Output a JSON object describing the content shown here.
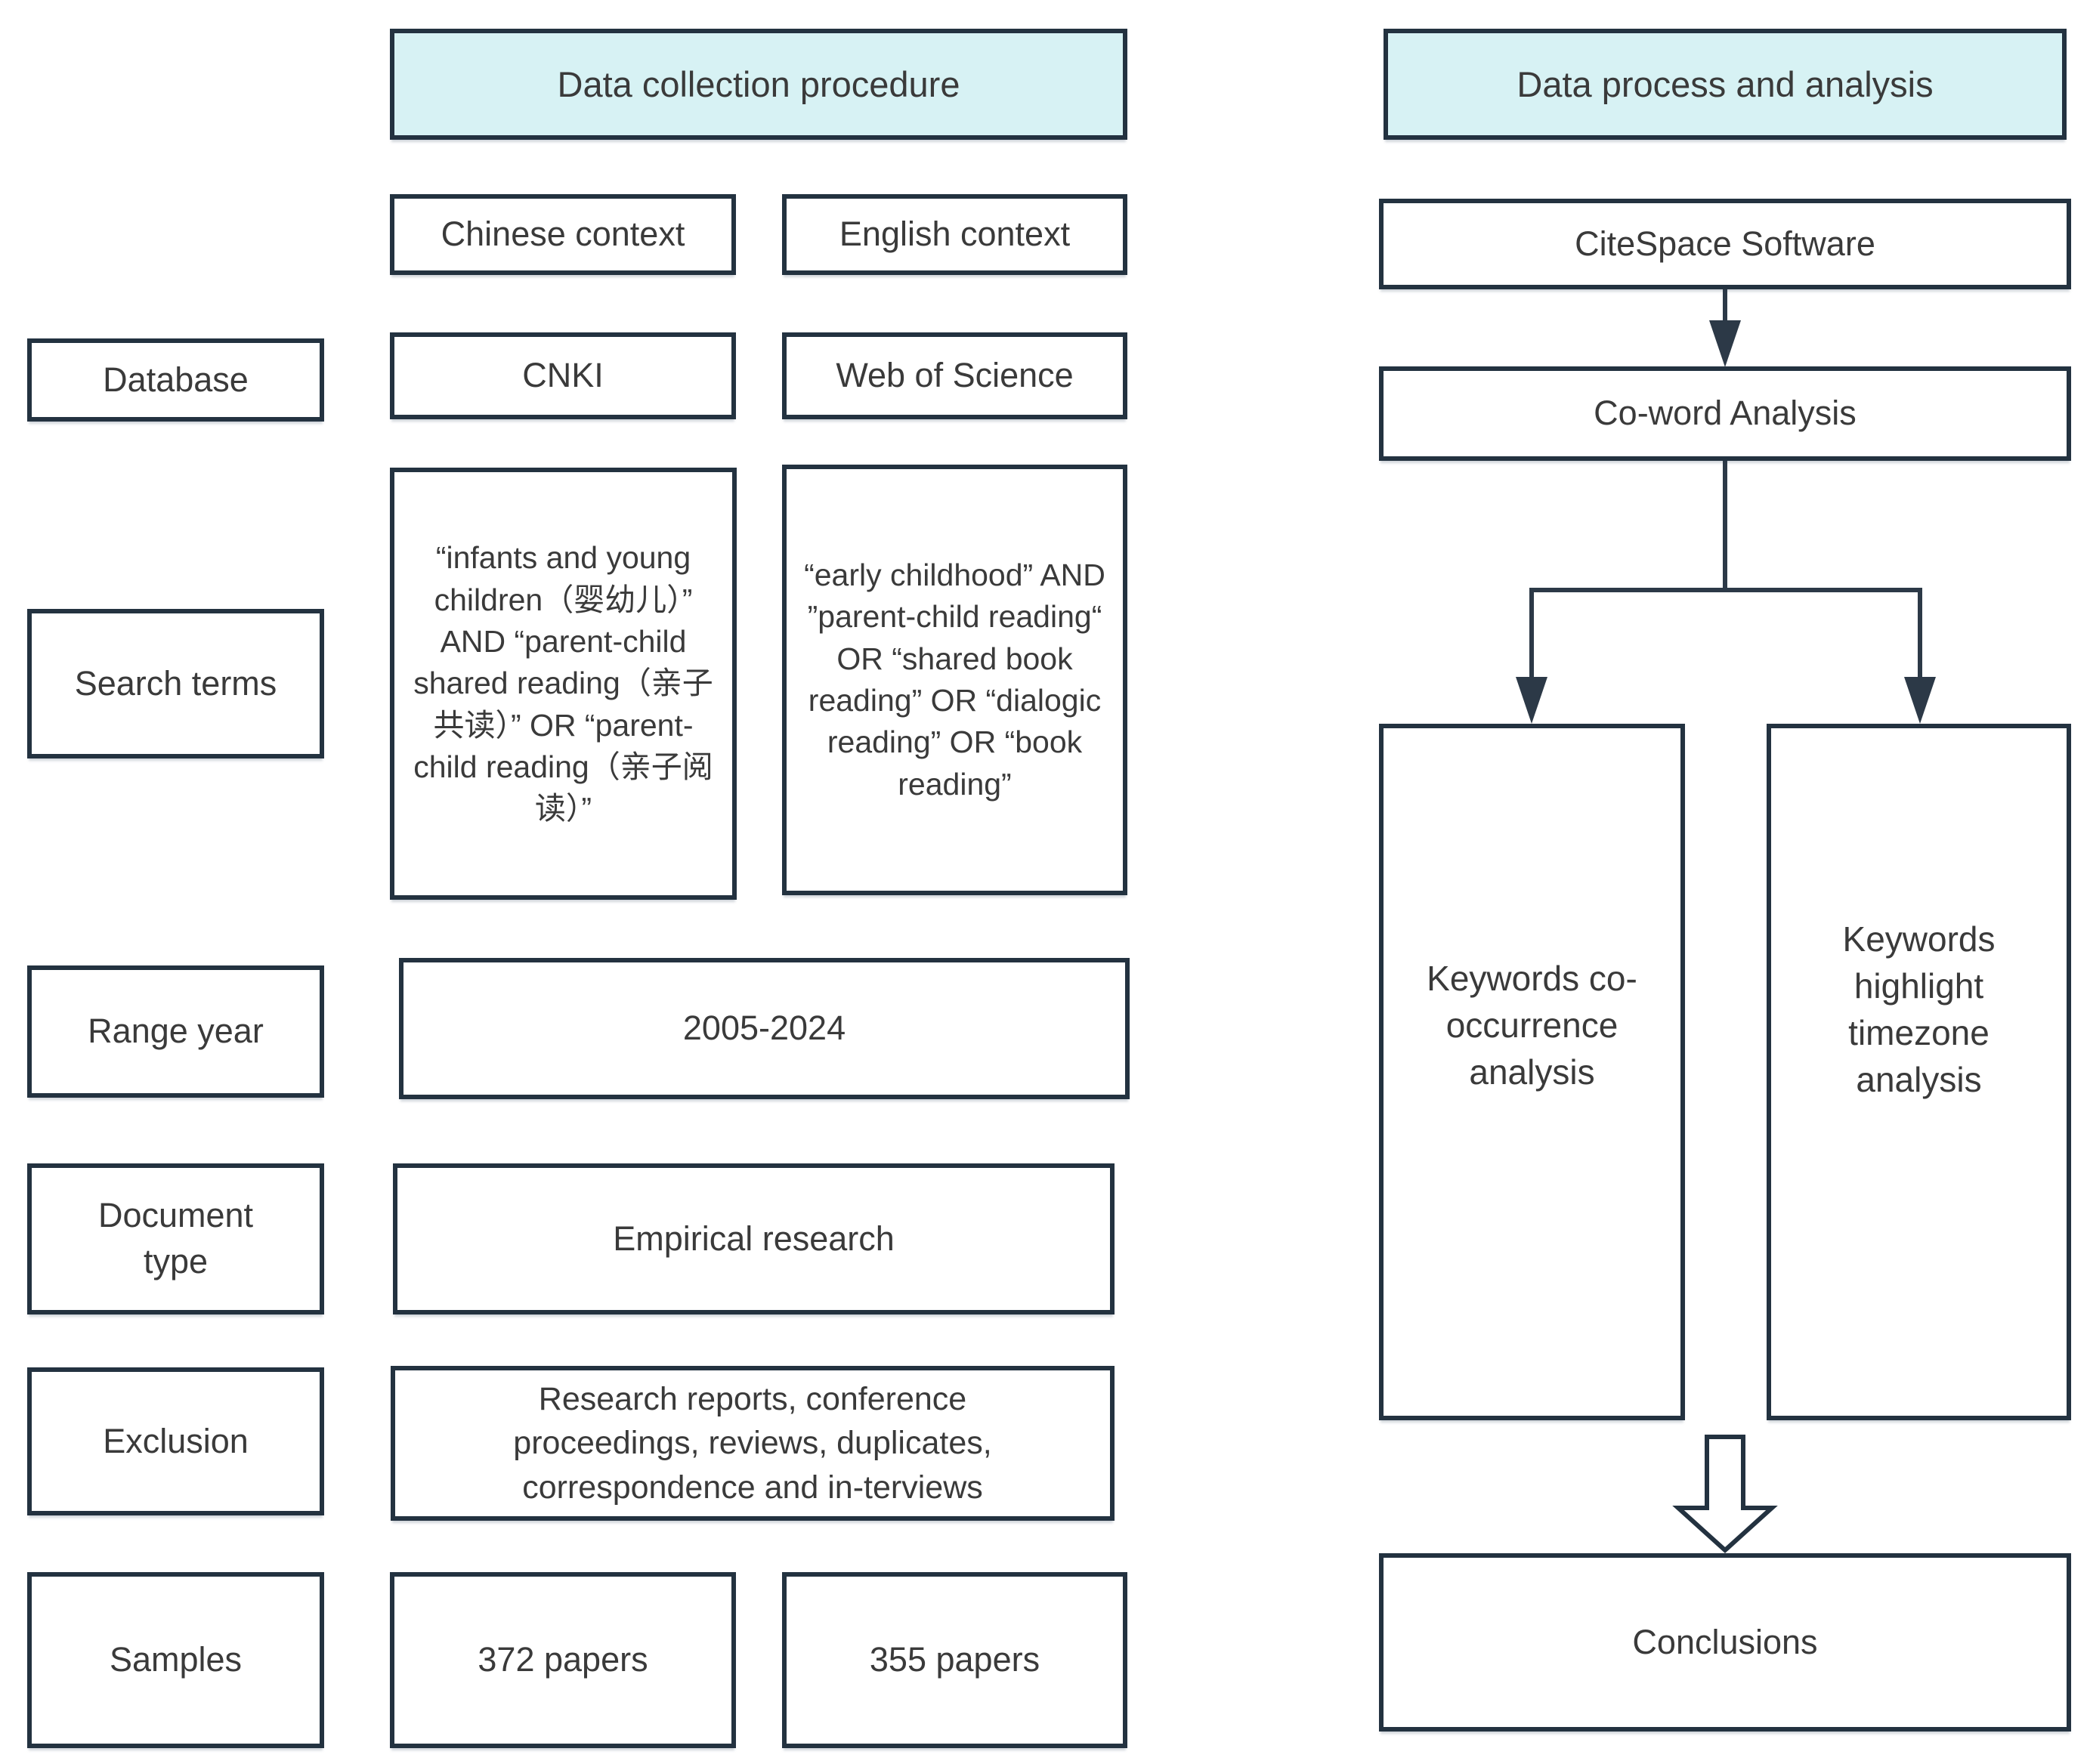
{
  "colors": {
    "header_fill": "#d7f2f4",
    "border": "#233240",
    "connector": "#2c3947",
    "text": "#3a3a3a",
    "box_fill": "#ffffff"
  },
  "left": {
    "header": "Data collection procedure",
    "context_columns": [
      "Chinese context",
      "English context"
    ],
    "rows": {
      "database": {
        "label": "Database",
        "cn": "CNKI",
        "en": "Web of Science"
      },
      "search_terms": {
        "label": "Search terms",
        "cn": "“infants and young children（婴幼儿）” AND “parent-child shared reading（亲子共读）” OR “parent-child reading（亲子阅读）”",
        "en": "“early childhood” AND ”parent-child reading“ OR “shared book reading” OR “dialogic reading” OR “book reading”"
      },
      "range_year": {
        "label": "Range year",
        "value": "2005-2024"
      },
      "document_type": {
        "label": "Document type",
        "value": "Empirical research"
      },
      "exclusion": {
        "label": "Exclusion",
        "value": "Research reports, conference proceedings, reviews, duplicates, correspondence and in-terviews"
      },
      "samples": {
        "label": "Samples",
        "cn": "372 papers",
        "en": "355 papers"
      }
    }
  },
  "right": {
    "header": "Data process and analysis",
    "software": "CiteSpace Software",
    "analysis": "Co-word Analysis",
    "branches": [
      "Keywords co-occurrence analysis",
      "Keywords highlight timezone analysis"
    ],
    "conclusion": "Conclusions"
  }
}
